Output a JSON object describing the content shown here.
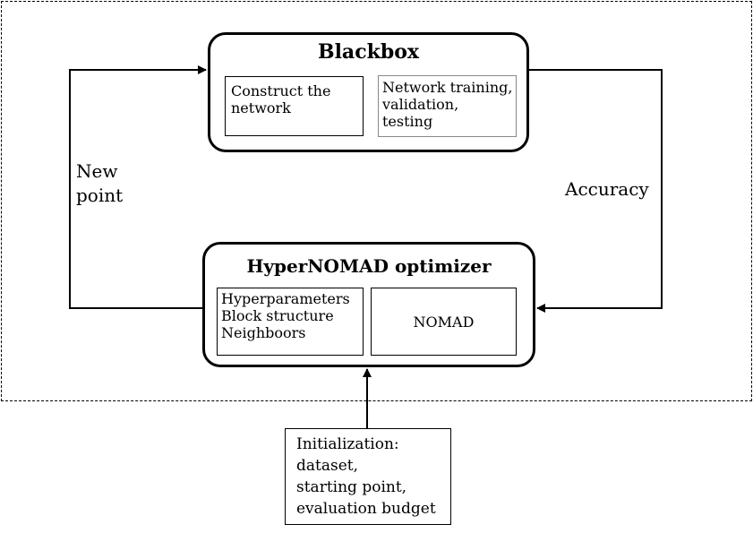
{
  "blackbox": {
    "title": "Blackbox",
    "construct": [
      "Construct the",
      "network"
    ],
    "training": [
      "Network training,",
      "validation,",
      "testing"
    ]
  },
  "optimizer": {
    "title": "HyperNOMAD optimizer",
    "params": [
      "Hyperparameters",
      "Block structure",
      "Neighboors"
    ],
    "nomad": "NOMAD"
  },
  "labels": {
    "new_point": [
      "New",
      "point"
    ],
    "accuracy": "Accuracy"
  },
  "initialization": [
    "Initialization:",
    "dataset,",
    "starting point,",
    "evaluation budget"
  ]
}
